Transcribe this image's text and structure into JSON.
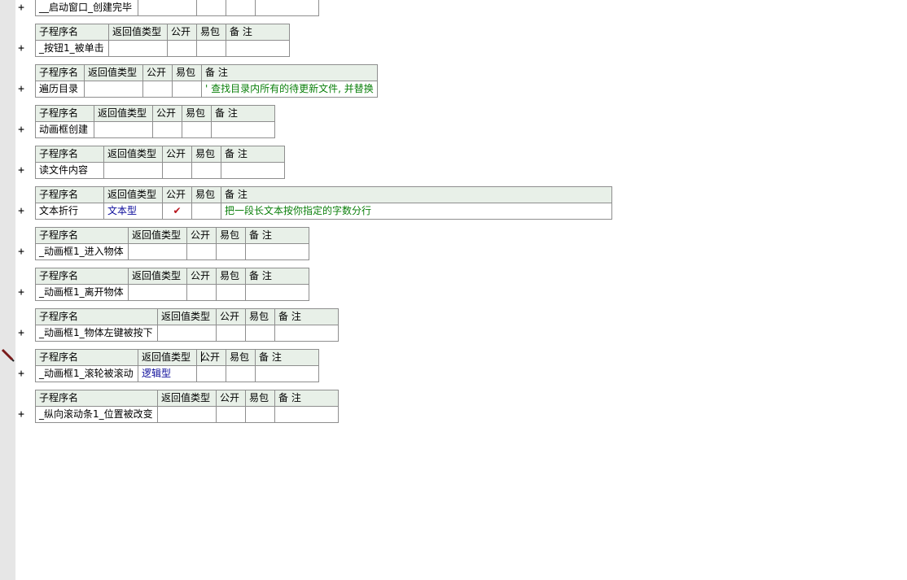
{
  "header_labels": {
    "name": "子程序名",
    "return_type": "返回值类型",
    "public": "公开",
    "easy_pack": "易包",
    "remark": "备 注"
  },
  "expand_symbol": "+",
  "check_symbol": "✔",
  "subroutines": [
    {
      "name": "__启动窗口_创建完毕",
      "return_type": "",
      "public": false,
      "remark": ""
    },
    {
      "name": "_按钮1_被单击",
      "return_type": "",
      "public": false,
      "remark": ""
    },
    {
      "name": "遍历目录",
      "return_type": "",
      "public": false,
      "remark": "' 查找目录内所有的待更新文件, 并替换"
    },
    {
      "name": "动画框创建",
      "return_type": "",
      "public": false,
      "remark": ""
    },
    {
      "name": "读文件内容",
      "return_type": "",
      "public": false,
      "remark": ""
    },
    {
      "name": "文本折行",
      "return_type": "文本型",
      "public": true,
      "remark": "把一段长文本按你指定的字数分行"
    },
    {
      "name": "_动画框1_进入物体",
      "return_type": "",
      "public": false,
      "remark": ""
    },
    {
      "name": "_动画框1_离开物体",
      "return_type": "",
      "public": false,
      "remark": ""
    },
    {
      "name": "_动画框1_物体左键被按下",
      "return_type": "",
      "public": false,
      "remark": ""
    },
    {
      "name": "_动画框1_滚轮被滚动",
      "return_type": "逻辑型",
      "public": false,
      "remark": ""
    },
    {
      "name": "_纵向滚动条1_位置被改变",
      "return_type": "",
      "public": false,
      "remark": ""
    }
  ],
  "colors": {
    "header_bg": "#e8f0e8",
    "grid_border": "#8e8e8e",
    "gutter": "#e6e6e6",
    "type_text": "#0b0b9a",
    "remark_text": "#0a7f0a",
    "check": "#b8141c"
  },
  "icons": {
    "gutter_marker": "pencil-icon",
    "expand": "plus-icon"
  }
}
